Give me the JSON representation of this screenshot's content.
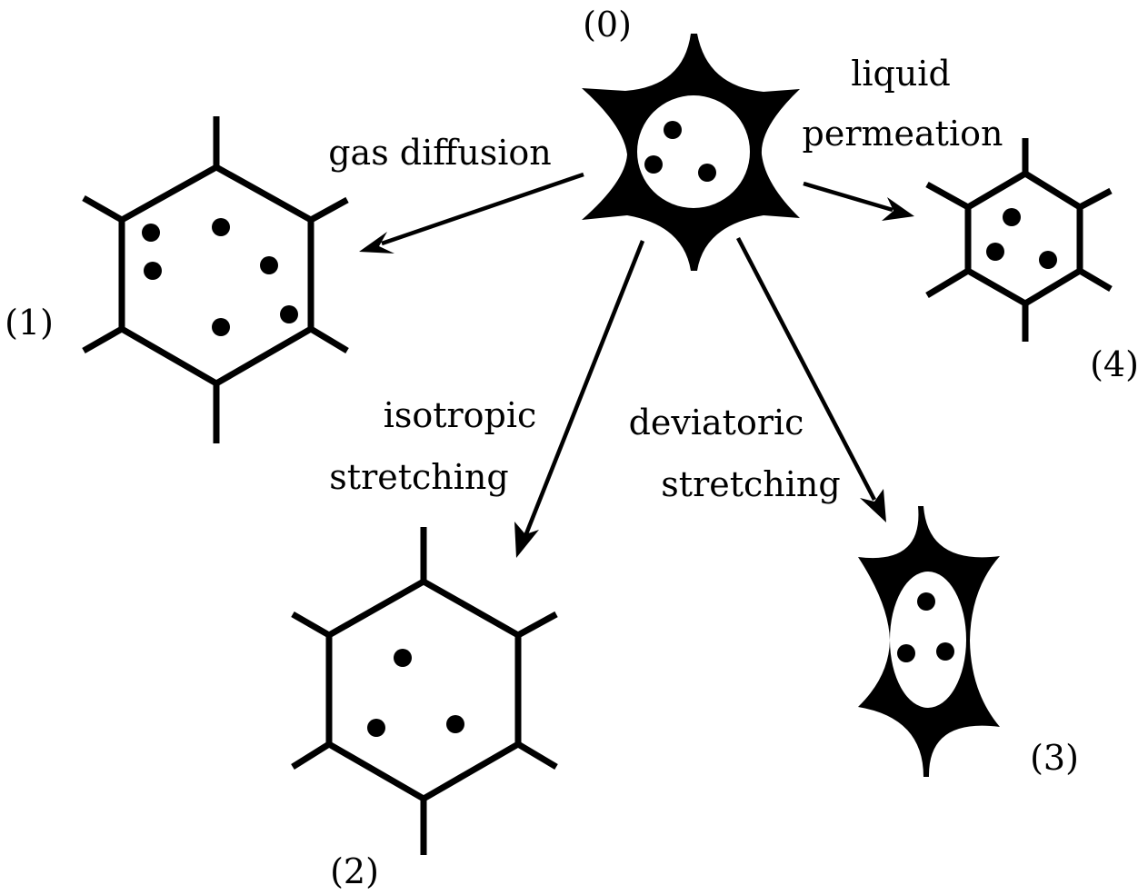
{
  "diagram": {
    "states": [
      {
        "id": "s0",
        "label": "(0)"
      },
      {
        "id": "s1",
        "label": "(1)"
      },
      {
        "id": "s2",
        "label": "(2)"
      },
      {
        "id": "s3",
        "label": "(3)"
      },
      {
        "id": "s4",
        "label": "(4)"
      }
    ],
    "processes": [
      {
        "id": "gas",
        "line1": "gas diffusion",
        "line2": ""
      },
      {
        "id": "liquid",
        "line1": "liquid",
        "line2": "permeation"
      },
      {
        "id": "iso",
        "line1": "isotropic",
        "line2": "stretching"
      },
      {
        "id": "dev",
        "line1": "deviatoric",
        "line2": "stretching"
      }
    ],
    "colors": {
      "ink": "#000000",
      "background": "#ffffff"
    }
  }
}
